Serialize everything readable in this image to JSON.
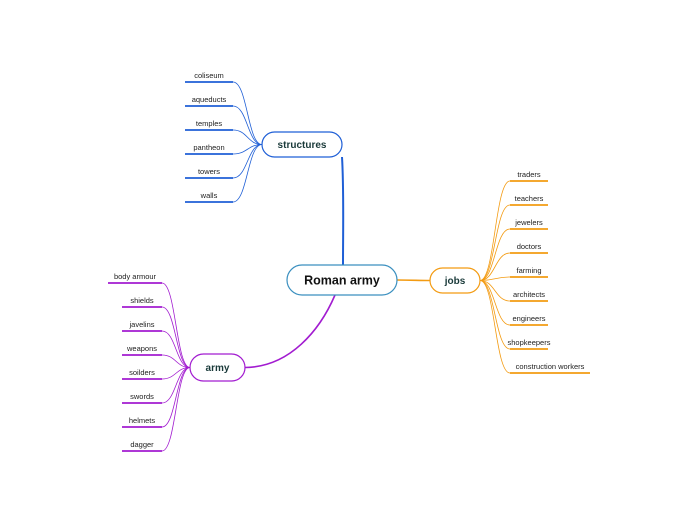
{
  "root": {
    "label": "Roman army"
  },
  "branches": [
    {
      "id": "structures",
      "label": "structures",
      "color": "#1f5fd6",
      "leaves": [
        "coliseum",
        "aqueducts",
        "temples",
        "pantheon",
        "towers",
        "walls"
      ]
    },
    {
      "id": "jobs",
      "label": "jobs",
      "color": "#f39b12",
      "leaves": [
        "traders",
        "teachers",
        "jewelers",
        "doctors",
        "farming",
        "architects",
        "engineers",
        "shopkeepers",
        "construction workers"
      ]
    },
    {
      "id": "army",
      "label": "army",
      "color": "#a21cd0",
      "leaves": [
        "body armour",
        "shields",
        "javelins",
        "weapons",
        "soilders",
        "swords",
        "helmets",
        "dagger"
      ]
    }
  ]
}
